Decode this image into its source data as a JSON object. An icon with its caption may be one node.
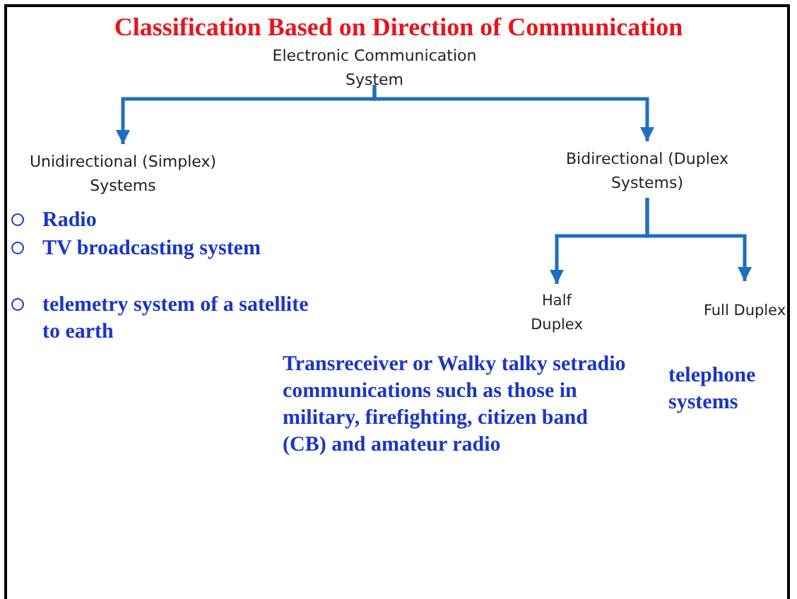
{
  "diagram": {
    "title": "Classification Based on Direction of Communication",
    "nodes": [
      {
        "text": [
          "Electronic Communication System"
        ]
      },
      {
        "text": [
          "Unidirectional (Simplex) Systems"
        ]
      },
      {
        "text": [
          "Bidirectional (Duplex Systems)"
        ]
      },
      {
        "text": [
          "Half Duplex"
        ]
      },
      {
        "text": [
          "Full Duplex"
        ]
      }
    ],
    "edges": [
      {
        "from": 0,
        "to": 1,
        "arrow": "to"
      },
      {
        "from": 0,
        "to": 2,
        "arrow": "to"
      },
      {
        "from": 2,
        "to": 3,
        "arrow": "to"
      },
      {
        "from": 2,
        "to": 4,
        "arrow": "to"
      }
    ],
    "labels": [
      "Radio",
      "TV broadcasting system",
      "telemetry system of a satellite to earth",
      "Transreceiver or Walky talky setradio communications such as those in military, firefighting, citizen band (CB) and amateur radio",
      "telephone systems"
    ]
  }
}
